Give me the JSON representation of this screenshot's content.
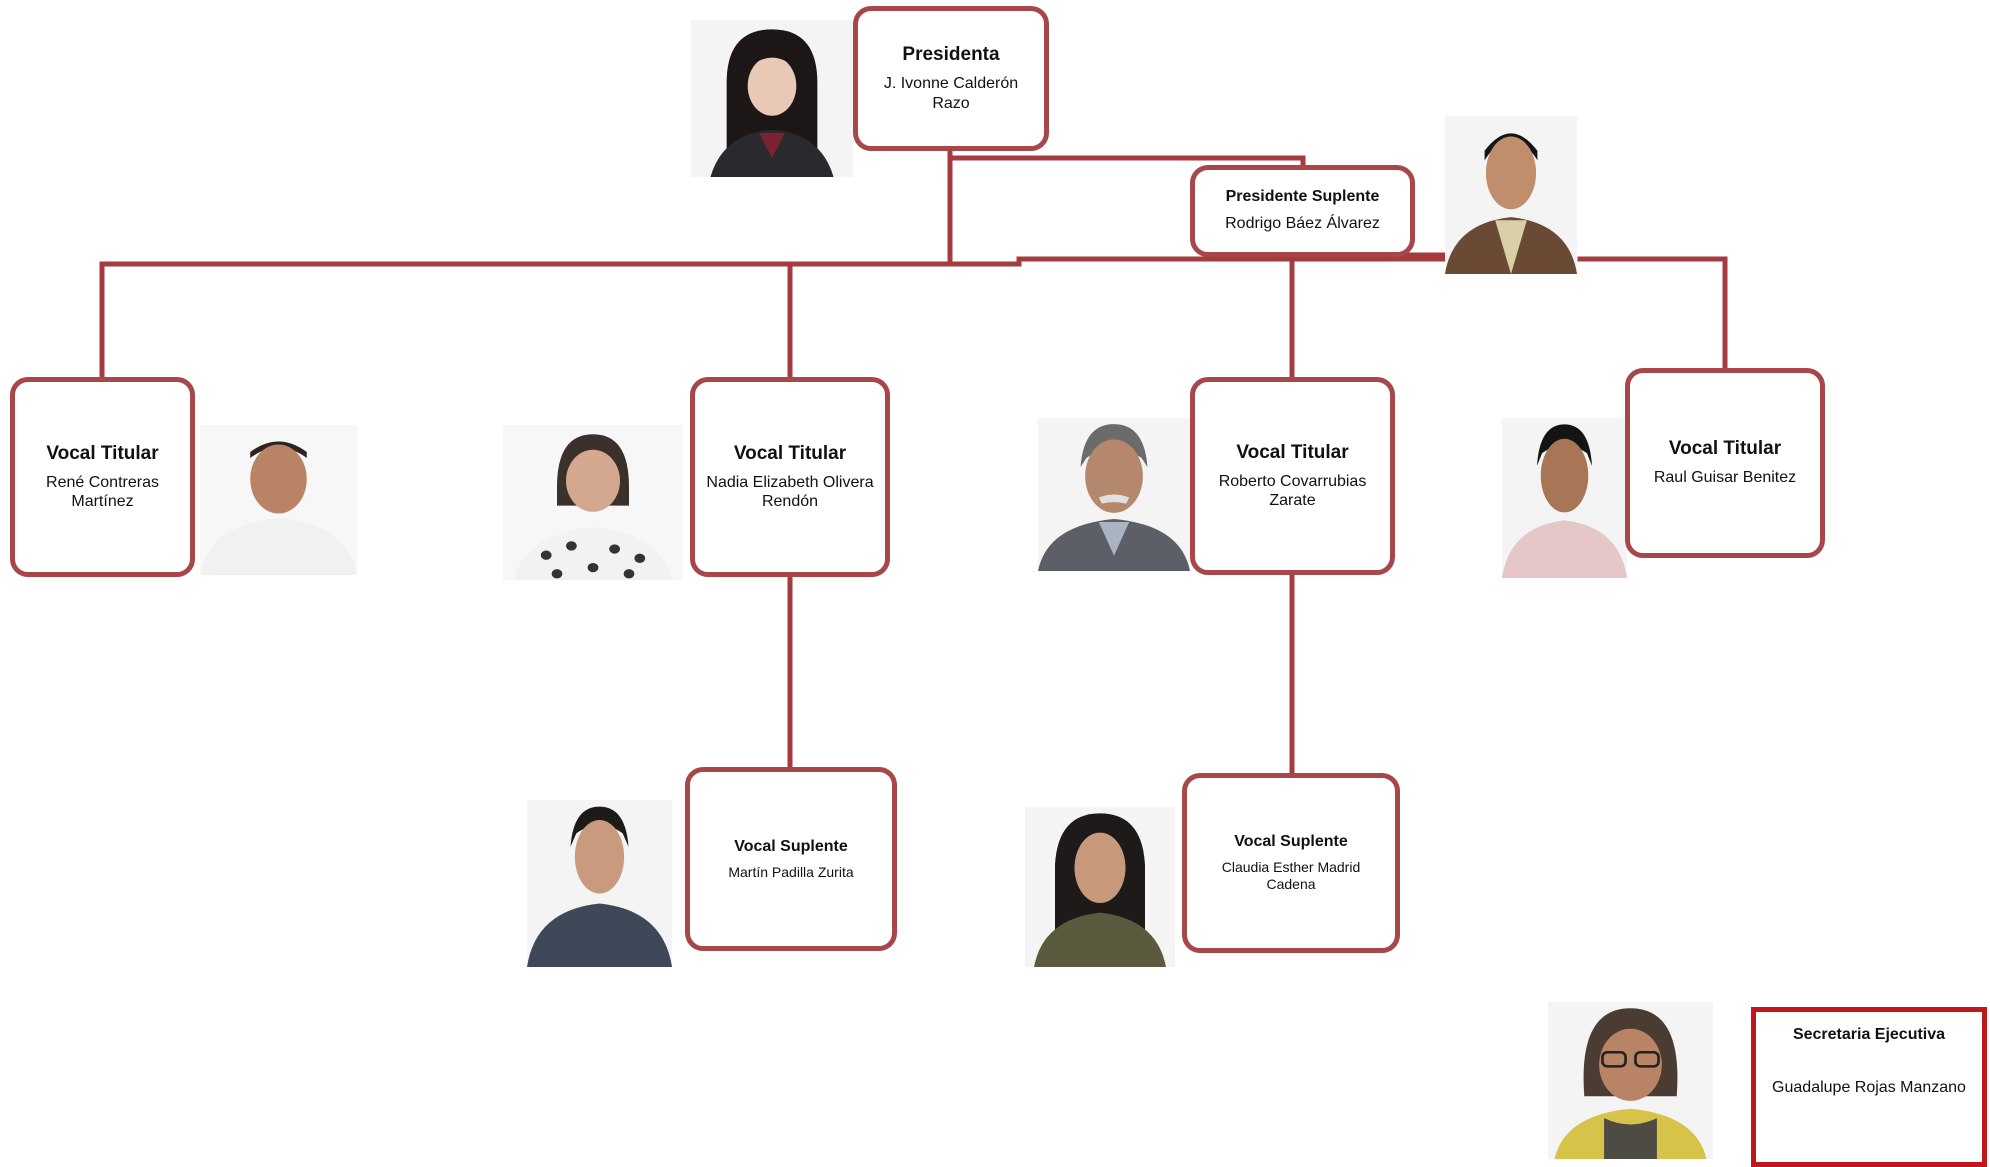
{
  "colors": {
    "connector": "#a33b3f",
    "box_border": "#a7474a",
    "secretaria_border": "#c0161e"
  },
  "nodes": {
    "presidenta": {
      "role": "Presidenta",
      "name": "J. Ivonne Calderón Razo",
      "photo": "portrait-woman-long-dark-hair"
    },
    "presidente_suplente": {
      "role": "Presidente Suplente",
      "name": "Rodrigo Báez Álvarez",
      "photo": "portrait-man-brown-jacket"
    },
    "vocal_titular_1": {
      "role": "Vocal Titular",
      "name": "René Contreras Martínez",
      "photo": "portrait-man-white-shirt"
    },
    "vocal_titular_2": {
      "role": "Vocal Titular",
      "name": "Nadia Elizabeth Olivera Rendón",
      "photo": "portrait-woman-polka-dot"
    },
    "vocal_titular_3": {
      "role": "Vocal Titular",
      "name": "Roberto Covarrubias Zarate",
      "photo": "portrait-man-grey-hair"
    },
    "vocal_titular_4": {
      "role": "Vocal Titular",
      "name": "Raul Guisar Benitez",
      "photo": "portrait-man-pink-shirt"
    },
    "vocal_suplente_1": {
      "role": "Vocal Suplente",
      "name": "Martín Padilla Zurita",
      "photo": "portrait-man-navy-shirt"
    },
    "vocal_suplente_2": {
      "role": "Vocal Suplente",
      "name": "Claudia Esther Madrid Cadena",
      "photo": "portrait-woman-olive-top"
    },
    "secretaria_ejecutiva": {
      "role": "Secretaria Ejecutiva",
      "name": "Guadalupe Rojas Manzano",
      "photo": "portrait-woman-glasses"
    }
  }
}
